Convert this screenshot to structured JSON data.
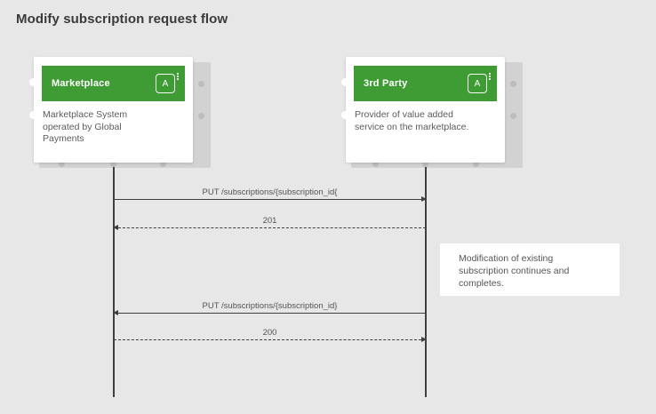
{
  "diagram": {
    "title": "Modify subscription request flow",
    "accent_green": "#3f9c35",
    "background": "#e7e7e7",
    "line_color": "#3f3f3f"
  },
  "actors": [
    {
      "name": "Marketplace",
      "badge": "A",
      "description": "Marketplace System operated by Global Payments"
    },
    {
      "name": "3rd Party",
      "badge": "A",
      "description": "Provider of value added service on the marketplace."
    }
  ],
  "messages": [
    {
      "label": "PUT /subscriptions/{subscription_id{",
      "style": "solid",
      "direction": "right"
    },
    {
      "label": "201",
      "style": "dashed",
      "direction": "left"
    },
    {
      "label": "PUT /subscriptions/{subscription_id}",
      "style": "solid",
      "direction": "left"
    },
    {
      "label": "200",
      "style": "dashed",
      "direction": "right"
    }
  ],
  "note": {
    "text": "Modification of existing subscription continues and completes."
  }
}
